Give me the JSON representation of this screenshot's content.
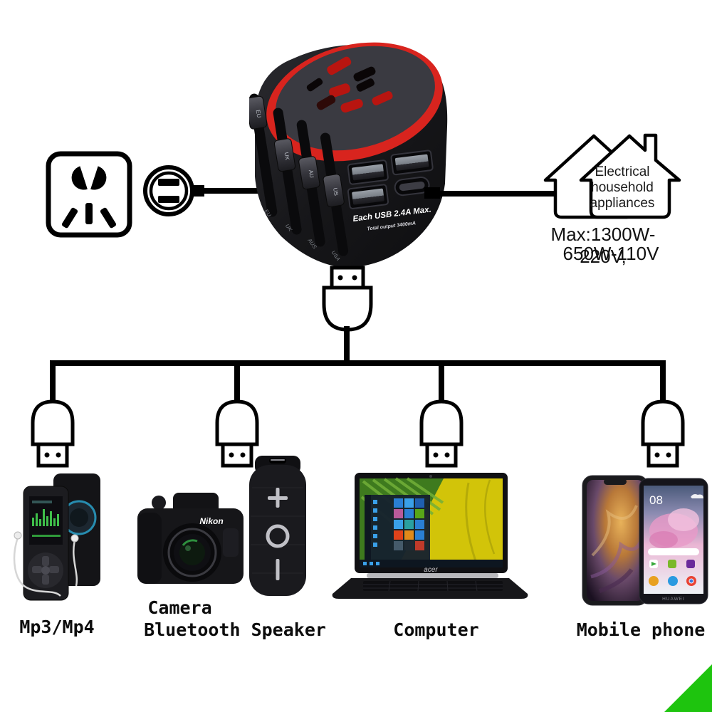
{
  "adapter": {
    "usb_max_label": "Each USB 2.4A Max.",
    "total_output_label": "Total output 3400mA",
    "knob_labels": [
      "EU",
      "UK",
      "AU",
      "US"
    ],
    "slot_labels": [
      "EU",
      "UK",
      "AUS",
      "USA"
    ]
  },
  "appliances": {
    "house_line1": "Electrical",
    "house_line2": "household",
    "house_line3": "appliances",
    "max_line1": "Max:1300W-220V,",
    "max_line2": "650W-110V"
  },
  "devices": {
    "mp3_label": "Mp3/Mp4",
    "camera_label": "Camera",
    "speaker_label": "Bluetooth Speaker",
    "computer_label": "Computer",
    "phone_label": "Mobile phone",
    "camera_brand": "Nikon",
    "laptop_brand": "acer",
    "phone_brand": "HUAWEI",
    "phone_time": "08"
  },
  "colors": {
    "accent_red": "#d8241e",
    "line_black": "#000000",
    "corner_green": "#1ec40e"
  }
}
